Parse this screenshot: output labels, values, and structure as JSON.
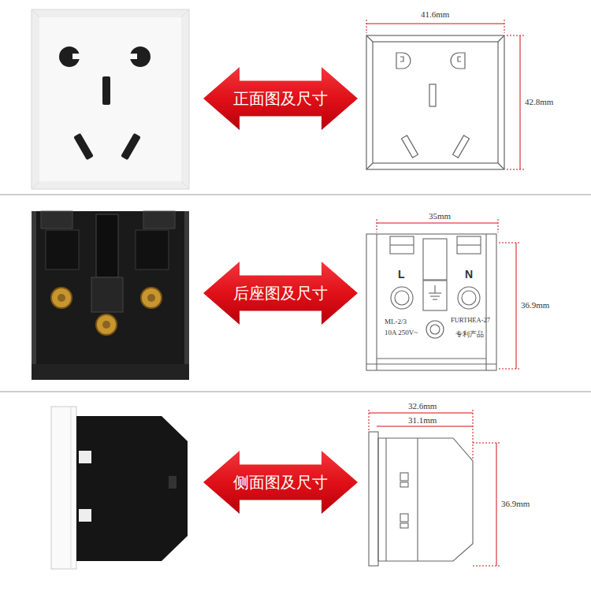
{
  "diagram": {
    "nodes": [
      {
        "text": [
          "正面图及尺寸"
        ]
      },
      {
        "text": [
          "后座图及尺寸"
        ]
      },
      {
        "text": [
          "侧面图及尺寸"
        ]
      }
    ],
    "labels": [
      "41.6mm",
      "42.8mm",
      "35mm",
      "L",
      "N",
      "ML-2/3",
      "10A 250V~",
      "FURTHEA-27",
      "专利产品",
      "36.9mm",
      "32.6mm",
      "31.1mm",
      "36.9mm"
    ]
  }
}
